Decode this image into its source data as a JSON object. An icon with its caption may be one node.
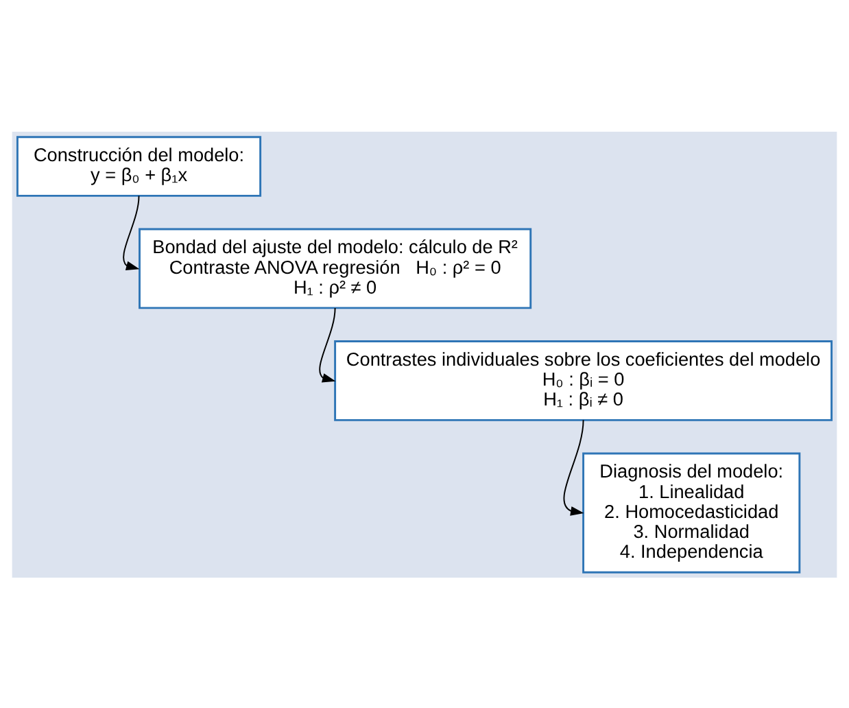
{
  "diagram": {
    "nodes": [
      {
        "text": [
          "Construcción del modelo:",
          "y = β₀ + β₁x"
        ]
      },
      {
        "text": [
          "Bondad del ajuste del modelo: cálculo de R²",
          "Contraste ANOVA regresión   H₀ : ρ² = 0",
          "H₁ : ρ² ≠ 0"
        ]
      },
      {
        "text": [
          "Contrastes individuales sobre los coeficientes del modelo",
          "H₀ : βᵢ = 0",
          "H₁ : βᵢ ≠ 0"
        ]
      },
      {
        "text": [
          "Diagnosis del modelo:",
          "1. Linealidad",
          "2. Homocedasticidad",
          "3. Normalidad",
          "4. Independencia"
        ]
      }
    ],
    "edges": [
      {
        "from": 0,
        "to": 1,
        "arrow": "to"
      },
      {
        "from": 1,
        "to": 2,
        "arrow": "to"
      },
      {
        "from": 2,
        "to": 3,
        "arrow": "to"
      }
    ]
  }
}
